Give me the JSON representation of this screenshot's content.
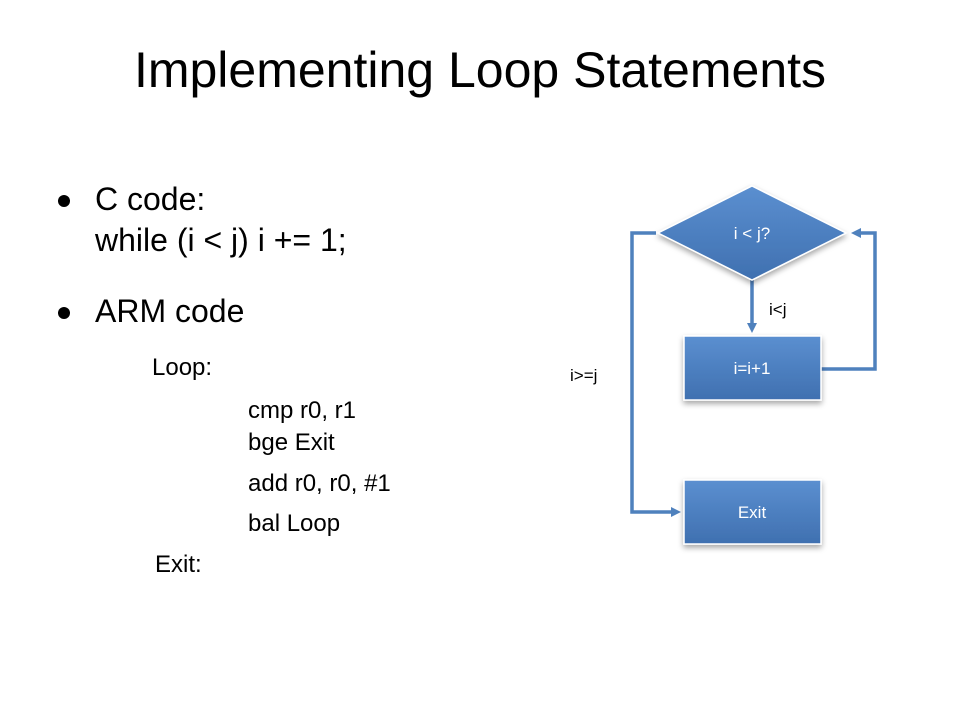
{
  "slide": {
    "title": "Implementing Loop Statements",
    "bullets": [
      {
        "line1": "C code:",
        "line2": "while (i < j) i += 1;"
      },
      {
        "line1": "ARM code"
      }
    ],
    "code": {
      "loop_label": "Loop:",
      "instructions": [
        "cmp r0, r1",
        "bge Exit",
        "add r0, r0, #1",
        "bal Loop"
      ],
      "exit_label": "Exit:"
    }
  },
  "flowchart": {
    "decision": "i < j?",
    "body": "i=i+1",
    "exit": "Exit",
    "edge_true": "i<j",
    "edge_false": "i>=j",
    "colors": {
      "shape_fill": "#4a7ebb",
      "shape_stroke": "#ffffff",
      "arrow": "#4f81bd"
    }
  }
}
